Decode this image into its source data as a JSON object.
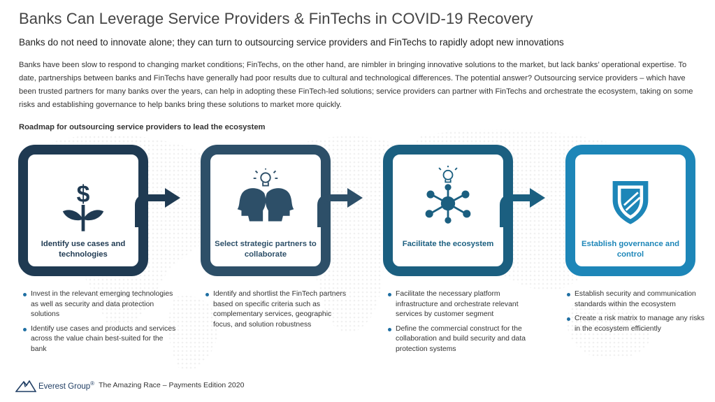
{
  "header": {
    "title": "Banks Can Leverage Service Providers & FinTechs in COVID-19 Recovery",
    "subtitle": "Banks do not need to innovate alone; they can turn to outsourcing service providers and FinTechs to rapidly adopt new innovations",
    "intro": "Banks have been slow to respond to changing market conditions; FinTechs, on the other hand, are nimbler in bringing innovative solutions to the market, but lack banks’ operational expertise. To date, partnerships between banks and FinTechs have generally had poor results due to cultural and technological differences. The potential answer? Outsourcing service providers – which have been trusted partners for many banks over the years, can help in adopting these FinTech-led solutions; service providers can partner with FinTechs and orchestrate the ecosystem, taking on some risks and establishing governance to help banks bring these solutions to market more quickly."
  },
  "roadmap": {
    "label": "Roadmap for outsourcing service providers to lead the ecosystem",
    "steps": [
      {
        "title": "Identify use cases and technologies",
        "icon": "dollar-plant-icon",
        "icon_glyph": "$",
        "color": "#1f3a52",
        "bullets": [
          "Invest in the relevant emerging technologies as well as security and data protection solutions",
          "Identify use cases and products and services across the value chain best-suited for the bank"
        ]
      },
      {
        "title": "Select strategic partners to collaborate",
        "icon": "collaboration-heads-icon",
        "color": "#2d4f68",
        "bullets": [
          "Identify and shortlist the FinTech partners based on specific criteria such as complementary services, geographic focus, and solution robustness"
        ]
      },
      {
        "title": "Facilitate the ecosystem",
        "icon": "network-lightbulb-icon",
        "color": "#1b5f80",
        "bullets": [
          "Facilitate the necessary platform infrastructure and orchestrate relevant services by customer segment",
          "Define the commercial construct for the collaboration and build security and data protection systems"
        ]
      },
      {
        "title": "Establish governance and control",
        "icon": "shield-icon",
        "color": "#1d86b8",
        "bullets": [
          "Establish security and communication standards within the ecosystem",
          "Create a risk matrix to manage any risks in the ecosystem efficiently"
        ]
      }
    ]
  },
  "footer": {
    "brand": "Everest Group",
    "reg_mark": "®",
    "report": "The Amazing Race – Payments Edition 2020"
  }
}
